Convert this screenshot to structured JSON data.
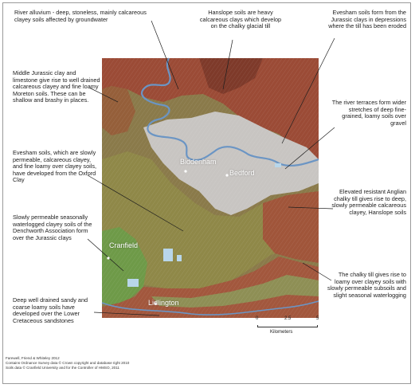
{
  "annotations": {
    "river_alluvium": "River alluvium - deep, stoneless, mainly calcareous clayey soils affected by groundwater",
    "hanslope_top": "Hanslope soils  are heavy calcareous clays which develop on the chalky glacial till",
    "evesham_depressions": "Evesham soils form from the Jurassic clays in depressions where the till has been eroded",
    "middle_jurassic": "Middle Jurassic clay and limestone give rise to well drained calcareous clayey and fine loamy Moreton soils. These can be shallow and brashy in places.",
    "river_terraces": "The river terraces form wider stretches of deep fine-grained, loamy soils over gravel",
    "evesham_oxford": "Evesham soils, which are slowly permeable, calcareous clayey, and fine loamy over clayey soils, have developed from the Oxford Clay",
    "anglian_till": "Elevated resistant Anglian chalky till gives rise to deep, slowly permeable calcareous clayey, Hanslope soils",
    "denchworth": "Slowly permeable seasonally waterlogged clayey soils of the Denchworth Association form over the Jurassic clays",
    "chalky_till_loamy": "The chalky till gives rise to loamy over clayey soils with slowly permeable subsoils and slight seasonal waterlogging",
    "lower_cretaceous": "Deep well drained sandy and coarse loamy soils have developed over the Lower Cretaceous sandstones"
  },
  "places": {
    "biddenham": "Biddenham",
    "bedford": "Bedford",
    "cranfield": "Cranfield",
    "lidlington": "Lidlington"
  },
  "scale_bar": {
    "ticks": [
      "0",
      "2.5",
      "5"
    ],
    "unit": "Kilometers"
  },
  "credits": [
    "Farewell, Friend & Whiteley  2012",
    "Contains Ordnance Survey data © Crown copyright and database right 2010",
    "Soils data © Cranfield University and for the Controller of HMSO, 2011"
  ],
  "colors": {
    "river": "#6b95c4",
    "terrace": "#c9c6c3",
    "clay_lowland": "#8e8a4a",
    "upland_red": "#9a4a35",
    "sandstone_green": "#6f9a4a",
    "water": "#b8d6ea"
  }
}
